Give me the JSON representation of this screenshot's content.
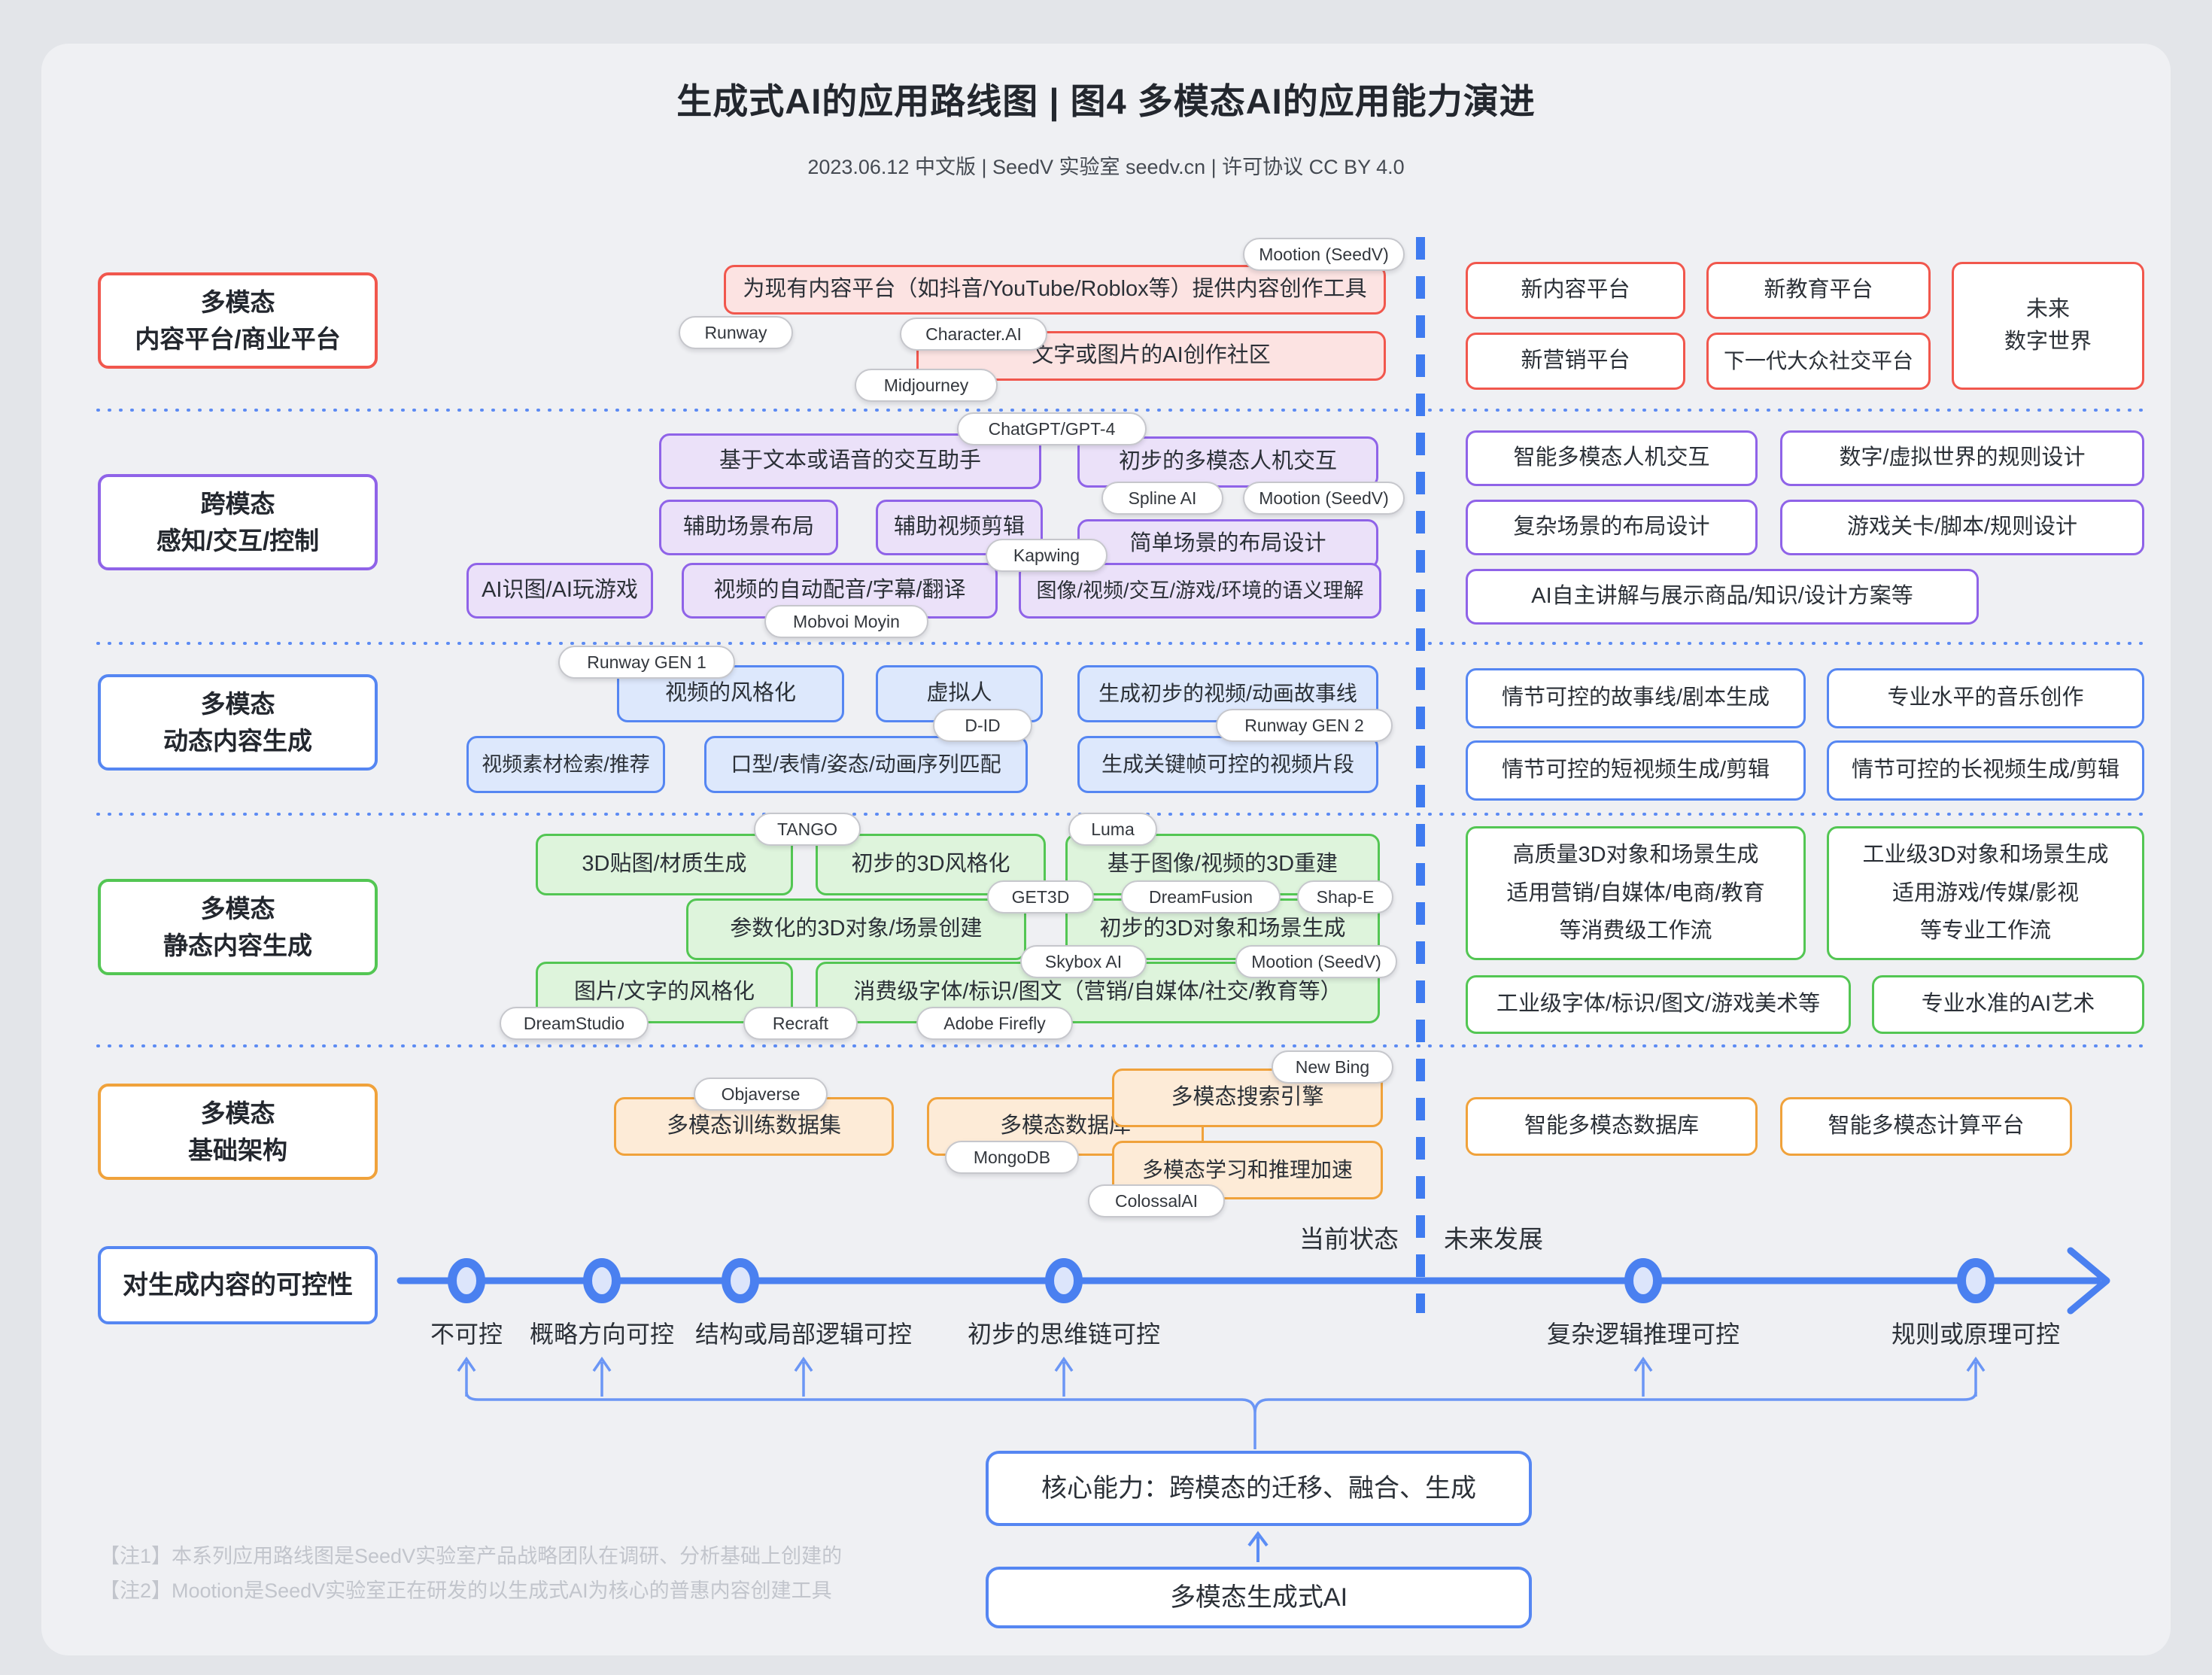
{
  "header": {
    "title": "生成式AI的应用路线图 | 图4 多模态AI的应用能力演进",
    "subtitle": "2023.06.12 中文版 | SeedV 实验室 seedv.cn | 许可协议 CC BY 4.0"
  },
  "legend": {
    "current": "当前状态",
    "future": "未来发展"
  },
  "rows": {
    "platform": {
      "label": [
        "多模态",
        "内容平台/商业平台"
      ],
      "current": {
        "tools": "为现有内容平台（如抖音/YouTube/Roblox等）提供内容创作工具",
        "community": "文字或图片的AI创作社区"
      },
      "tags": {
        "mootion": "Mootion (SeedV)",
        "runway": "Runway",
        "characterai": "Character.AI",
        "midjourney": "Midjourney"
      },
      "future": {
        "content": "新内容平台",
        "education": "新教育平台",
        "marketing": "新营销平台",
        "social": "下一代大众社交平台",
        "world": [
          "未来",
          "数字世界"
        ]
      }
    },
    "interaction": {
      "label": [
        "跨模态",
        "感知/交互/控制"
      ],
      "current": {
        "assistant": "基于文本或语音的交互助手",
        "hci": "初步的多模态人机交互",
        "scene_layout": "辅助场景布局",
        "video_edit": "辅助视频剪辑",
        "simple_layout": "简单场景的布局设计",
        "ai_vision": "AI识图/AI玩游戏",
        "dubbing": "视频的自动配音/字幕/翻译",
        "semantic": "图像/视频/交互/游戏/环境的语义理解"
      },
      "tags": {
        "chatgpt": "ChatGPT/GPT-4",
        "spline": "Spline AI",
        "mootion": "Mootion (SeedV)",
        "kapwing": "Kapwing",
        "mobvoi": "Mobvoi Moyin"
      },
      "future": {
        "smart_hci": "智能多模态人机交互",
        "world_rules": "数字/虚拟世界的规则设计",
        "complex_layout": "复杂场景的布局设计",
        "game_design": "游戏关卡/脚本/规则设计",
        "ai_presenter": "AI自主讲解与展示商品/知识/设计方案等"
      }
    },
    "dynamic": {
      "label": [
        "多模态",
        "动态内容生成"
      ],
      "current": {
        "video_style": "视频的风格化",
        "avatar": "虚拟人",
        "storyline": "生成初步的视频/动画故事线",
        "retrieval": "视频素材检索/推荐",
        "lipsync": "口型/表情/姿态/动画序列匹配",
        "keyframe": "生成关键帧可控的视频片段"
      },
      "tags": {
        "gen1": "Runway GEN 1",
        "did": "D-ID",
        "gen2": "Runway GEN 2"
      },
      "future": {
        "script": "情节可控的故事线/剧本生成",
        "music": "专业水平的音乐创作",
        "short_video": "情节可控的短视频生成/剪辑",
        "long_video": "情节可控的长视频生成/剪辑"
      }
    },
    "static": {
      "label": [
        "多模态",
        "静态内容生成"
      ],
      "current": {
        "texture": "3D贴图/材质生成",
        "style3d": "初步的3D风格化",
        "recon3d": "基于图像/视频的3D重建",
        "param3d": "参数化的3D对象/场景创建",
        "gen3d": "初步的3D对象和场景生成",
        "img_style": "图片/文字的风格化",
        "consumer_font": "消费级字体/标识/图文（营销/自媒体/社交/教育等）"
      },
      "tags": {
        "tango": "TANGO",
        "luma": "Luma",
        "get3d": "GET3D",
        "dreamfusion": "DreamFusion",
        "shape": "Shap-E",
        "skybox": "Skybox AI",
        "mootion": "Mootion (SeedV)",
        "dreamstudio": "DreamStudio",
        "recraft": "Recraft",
        "firefly": "Adobe Firefly"
      },
      "future": {
        "hq3d": [
          "高质量3D对象和场景生成",
          "适用营销/自媒体/电商/教育",
          "等消费级工作流"
        ],
        "ind3d": [
          "工业级3D对象和场景生成",
          "适用游戏/传媒/影视",
          "等专业工作流"
        ],
        "ind_font": "工业级字体/标识/图文/游戏美术等",
        "ai_art": "专业水准的AI艺术"
      }
    },
    "infra": {
      "label": [
        "多模态",
        "基础架构"
      ],
      "current": {
        "dataset": "多模态训练数据集",
        "database": "多模态数据库",
        "search": "多模态搜索引擎",
        "accel": "多模态学习和推理加速"
      },
      "tags": {
        "objaverse": "Objaverse",
        "mongodb": "MongoDB",
        "newbing": "New Bing",
        "colossal": "ColossalAI"
      },
      "future": {
        "smart_db": "智能多模态数据库",
        "compute": "智能多模态计算平台"
      }
    }
  },
  "controllability": {
    "label": "对生成内容的可控性",
    "stops": [
      "不可控",
      "概略方向可控",
      "结构或局部逻辑可控",
      "初步的思维链可控",
      "复杂逻辑推理可控",
      "规则或原理可控"
    ]
  },
  "bottom": {
    "core": "核心能力：跨模态的迁移、融合、生成",
    "base": "多模态生成式AI"
  },
  "notes": [
    "【注1】本系列应用路线图是SeedV实验室产品战略团队在调研、分析基础上创建的",
    "【注2】Mootion是SeedV实验室正在研发的以生成式AI为核心的普惠内容创建工具"
  ],
  "colors": {
    "red": "#f1574d",
    "purple": "#8f63e8",
    "blue": "#5586f2",
    "green": "#53c653",
    "orange": "#f0a23b",
    "timeline": "#4a80f0"
  }
}
